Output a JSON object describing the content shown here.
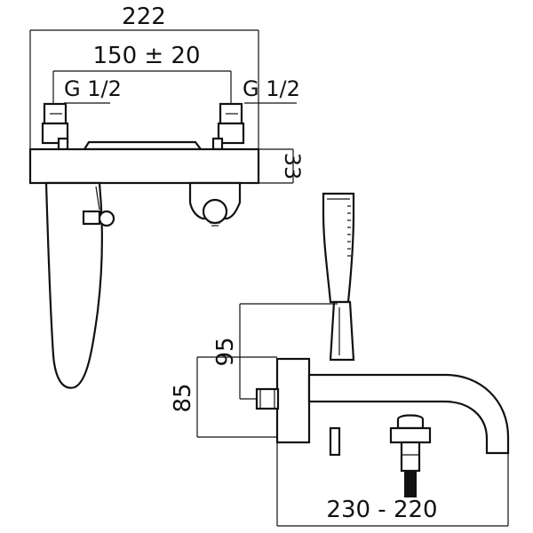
{
  "dimensions": {
    "overall_width": "222",
    "inlet_spacing": "150 ± 20",
    "thread_left": "G 1/2",
    "thread_right": "G 1/2",
    "body_height": "33",
    "spout_height": "95",
    "diverter_height": "85",
    "spout_reach": "230 - 220"
  }
}
